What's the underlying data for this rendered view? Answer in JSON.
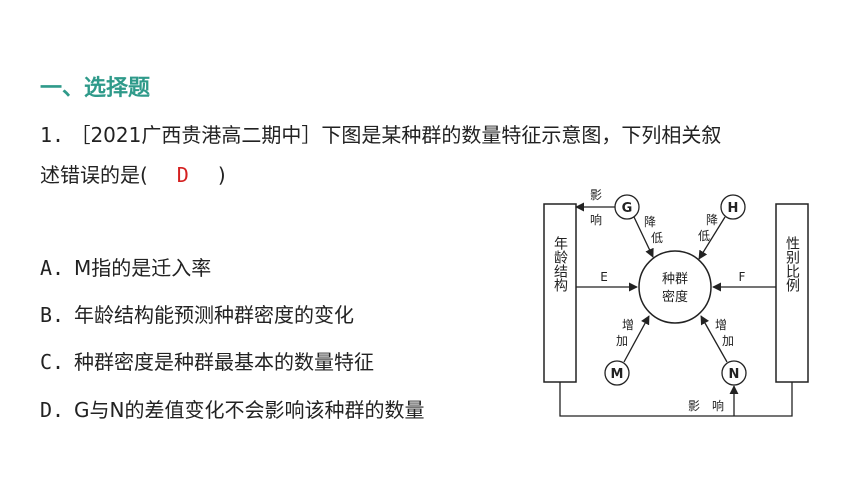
{
  "section": {
    "title": "一、选择题"
  },
  "question": {
    "number": "1.",
    "source": "［2021广西贵港高二期中］",
    "stem_part1": "下图是某种群的数量特征示意图，下列相关叙",
    "stem_part2": "述错误的是(",
    "answer": "D",
    "close_paren": ")"
  },
  "options": [
    {
      "letter": "A.",
      "text": "M指的是迁入率"
    },
    {
      "letter": "B.",
      "text": "年龄结构能预测种群密度的变化"
    },
    {
      "letter": "C.",
      "text": "种群密度是种群最基本的数量特征"
    },
    {
      "letter": "D.",
      "text": "G与N的差值变化不会影响该种群的数量"
    }
  ],
  "diagram": {
    "left_box": "年龄结构",
    "right_box": "性别比例",
    "center": [
      "种群",
      "密度"
    ],
    "nodes": {
      "G": "G",
      "H": "H",
      "M": "M",
      "N": "N"
    },
    "labels": {
      "E": "E",
      "F": "F",
      "g_influence": [
        "影",
        "响"
      ],
      "g_decrease": [
        "降",
        "低"
      ],
      "h_decrease": [
        "降",
        "低"
      ],
      "m_increase": [
        "增",
        "加"
      ],
      "n_increase": [
        "增",
        "加"
      ],
      "bottom_influence": "影　响"
    }
  }
}
